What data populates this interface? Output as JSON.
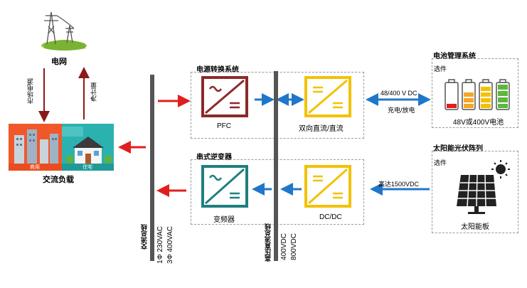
{
  "grid": {
    "title": "电网",
    "left_arrow_label": "市场电源",
    "right_arrow_label": "净计量"
  },
  "ac_load": {
    "title": "交流负载",
    "commercial_label": "商用",
    "residential_label": "住宅"
  },
  "ac_bus": {
    "title": "交流总线",
    "line1": "1Φ 230VAC",
    "line2": "3Φ 400VAC"
  },
  "hv_bus": {
    "title": "高压直流总线",
    "line1": "400VDC",
    "line2": "800VDC"
  },
  "pcs": {
    "title": "电源转换系统",
    "pfc_label": "PFC",
    "dcdc_label": "双向直流/直流"
  },
  "string_inverter": {
    "title": "串式逆变器",
    "inverter_label": "变频器",
    "dcdc_label": "DC/DC"
  },
  "bms": {
    "title": "电池管理系统",
    "optional": "选件",
    "battery_label": "48V或400V电池"
  },
  "battery_link": {
    "top_label": "48/400 V DC",
    "bottom_label": "充电/放电"
  },
  "solar": {
    "title": "太阳能光伏阵列",
    "optional": "选件",
    "panel_label": "太阳能板"
  },
  "solar_link": {
    "label": "高达1500VDC"
  },
  "colors": {
    "red_arrow": "#e01e1e",
    "blue_arrow": "#1f77c9",
    "pfc_border": "#8b2a2a",
    "dc_border": "#f2c200",
    "inverter_border": "#1f7f7f",
    "bus": "#555555"
  },
  "icons": [
    "power-tower-icon",
    "buildings-icon",
    "house-icon",
    "battery-icon",
    "solar-panel-icon",
    "sun-icon"
  ]
}
